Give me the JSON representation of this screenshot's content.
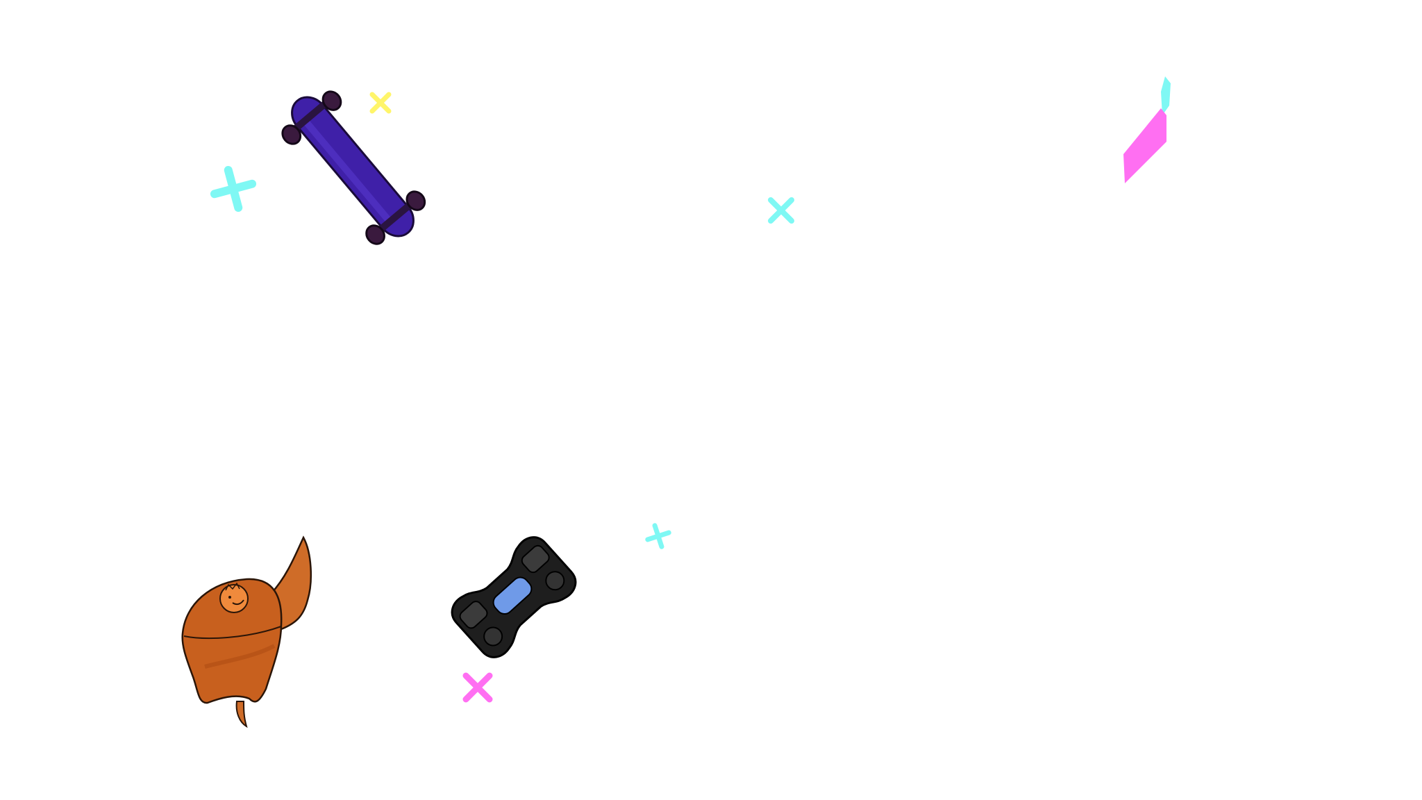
{
  "scene": {
    "background": "#ffffff",
    "stickers": [
      {
        "name": "skateboard",
        "icon": "skateboard-icon",
        "color": "#3f20a8"
      },
      {
        "name": "baseball-cap",
        "icon": "cap-icon",
        "color": "#cf6c28"
      },
      {
        "name": "game-controller",
        "icon": "gamepad-icon",
        "color": "#1e1e1e",
        "accent": "#6f9ae8"
      },
      {
        "name": "lightning-ribbon",
        "icon": "ribbon-icon",
        "colors": [
          "#7ff8f4",
          "#ff6ff2"
        ]
      }
    ],
    "sparkles": [
      {
        "icon": "sparkle-cross-icon",
        "color": "#7ff8f4"
      },
      {
        "icon": "sparkle-cross-icon",
        "color": "#fff56a"
      },
      {
        "icon": "sparkle-cross-icon",
        "color": "#7ff8f4"
      },
      {
        "icon": "sparkle-cross-icon",
        "color": "#7ff8f4"
      },
      {
        "icon": "sparkle-cross-icon",
        "color": "#ff6ff2"
      }
    ]
  }
}
